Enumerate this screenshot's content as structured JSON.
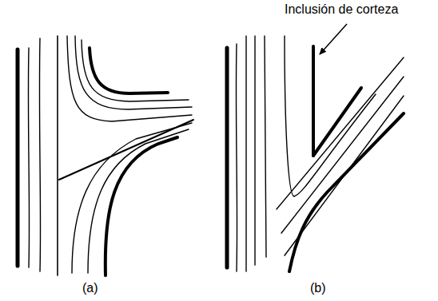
{
  "diagram": {
    "labels": [
      "Inclusión de corteza",
      "(a)",
      "(b)"
    ]
  }
}
